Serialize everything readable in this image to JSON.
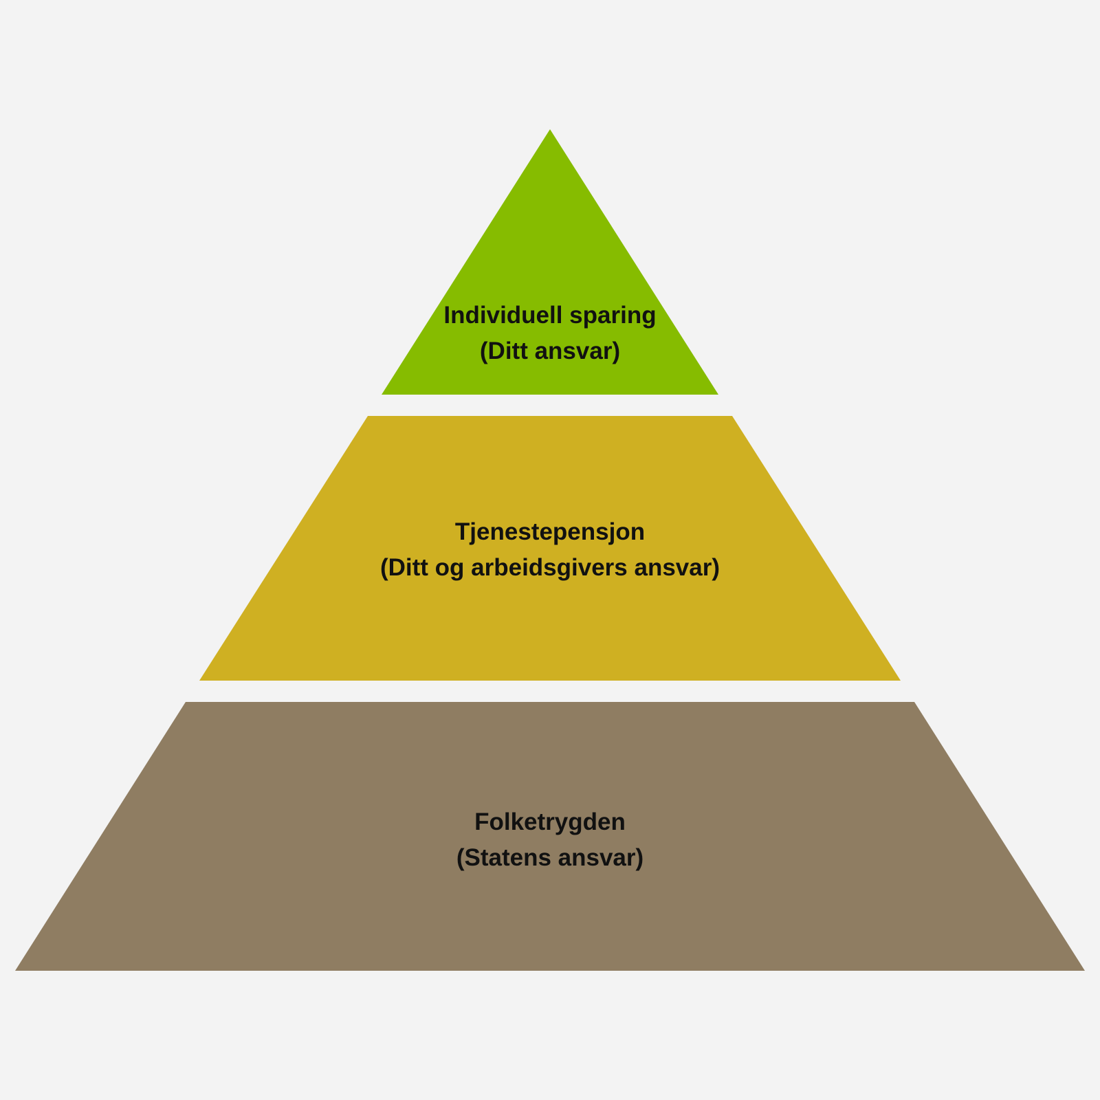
{
  "background": "#f3f3f3",
  "tiers": [
    {
      "title": "Individuell sparing",
      "subtitle": "(Ditt ansvar)",
      "color": "#86bc00"
    },
    {
      "title": "Tjenestepensjon",
      "subtitle": "(Ditt og arbeidsgivers ansvar)",
      "color": "#cfb022"
    },
    {
      "title": "Folketrygden",
      "subtitle": "(Statens ansvar)",
      "color": "#8f7d62"
    }
  ]
}
